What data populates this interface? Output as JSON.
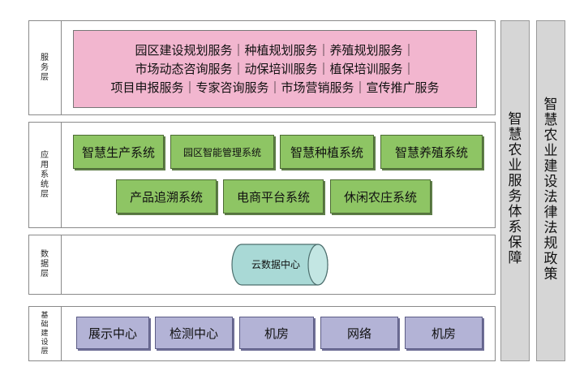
{
  "layers": {
    "service": {
      "label_chars": [
        "服",
        "务",
        "层"
      ],
      "lines": [
        "园区建设规划服务｜种植规划服务｜养殖规划服务｜",
        "市场动态咨询服务｜动保培训服务｜植保培训服务｜",
        "项目申报服务｜专家咨询服务｜市场营销服务｜宣传推广服务"
      ]
    },
    "application": {
      "label_chars": [
        "应",
        "用",
        "系",
        "统",
        "层"
      ],
      "row1": [
        "智慧生产系统",
        "园区智能管理系统",
        "智慧种植系统",
        "智慧养殖系统"
      ],
      "row2": [
        "产品追溯系统",
        "电商平台系统",
        "休闲农庄系统"
      ]
    },
    "data": {
      "label_chars": [
        "数",
        "据",
        "层"
      ],
      "cloud": "云数据中心"
    },
    "infrastructure": {
      "label_chars": [
        "基",
        "础",
        "建",
        "设",
        "层"
      ],
      "items": [
        "展示中心",
        "检测中心",
        "机房",
        "网络",
        "机房"
      ]
    }
  },
  "side": {
    "service_system": [
      "智",
      "慧",
      "农",
      "业",
      "服",
      "务",
      "体",
      "系",
      "保",
      "障"
    ],
    "law_policy": [
      "智",
      "慧",
      "农",
      "业",
      "建",
      "设",
      "法",
      "律",
      "法",
      "规",
      "政",
      "策"
    ]
  },
  "colors": {
    "service_fill": "#f2b6cf",
    "system_fill": "#8ec564",
    "cloud_fill": "#a9d9d6",
    "infra_fill": "#b3b3d6",
    "side_fill": "#d6d6d6"
  }
}
